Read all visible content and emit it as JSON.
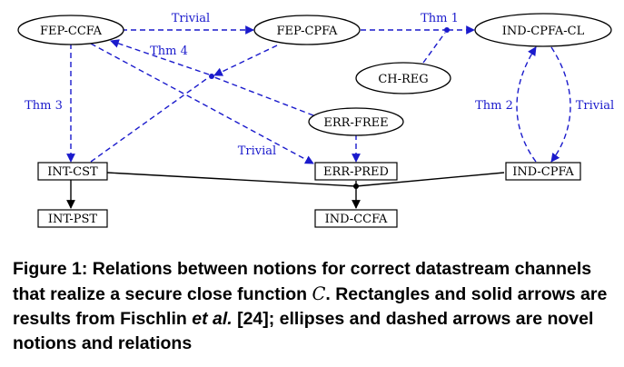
{
  "colors": {
    "novel": "#1a1acc",
    "existing": "#000000"
  },
  "diagram": {
    "nodes": {
      "fep_ccfa": "FEP-CCFA",
      "fep_cpfa": "FEP-CPFA",
      "ind_cpfa_cl": "IND-CPFA-CL",
      "ch_reg": "CH-REG",
      "err_free": "ERR-FREE",
      "int_cst": "INT-CST",
      "err_pred": "ERR-PRED",
      "ind_cpfa": "IND-CPFA",
      "int_pst": "INT-PST",
      "ind_ccfa": "IND-CCFA"
    },
    "edge_labels": {
      "trivial_top": "Trivial",
      "thm1": "Thm 1",
      "thm4": "Thm 4",
      "thm3": "Thm 3",
      "thm2": "Thm 2",
      "trivial_right": "Trivial",
      "trivial_mid": "Trivial"
    }
  },
  "caption": {
    "part1": "Figure 1: Relations between notions for correct datastream channels that realize a secure close function ",
    "symbol": "C",
    "part2": ". Rectangles and solid arrows are results from Fischlin ",
    "etal": "et al.",
    "part3": " [24]; ellipses and dashed arrows are novel notions and relations"
  }
}
